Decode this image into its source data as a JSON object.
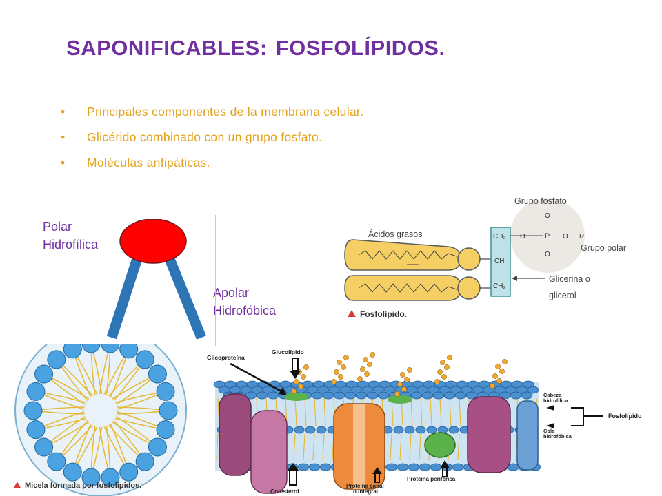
{
  "title": {
    "part1": "SAPONIFICABLES:",
    "part2": "FOSFOLÍPIDOS."
  },
  "bullets": [
    "Principales componentes de la membrana celular.",
    "Glicérido combinado con un grupo fosfato.",
    "Moléculas anfipáticas."
  ],
  "bullet_char": "•",
  "colors": {
    "title": "#7030a0",
    "bullets": "#e3a21a",
    "head": "#ff0000",
    "tails": "#2e75b6"
  },
  "molecule": {
    "polar_label": "Polar",
    "polar_sub": "Hidrofílica",
    "apolar_label": "Apolar",
    "apolar_sub": "Hidrofóbica"
  },
  "phospholipid": {
    "grupo_fosfato": "Grupo fosfato",
    "acidos_grasos": "Ácidos grasos",
    "grupo_polar": "Grupo polar",
    "glicerina_1": "Glicerina o",
    "glicerina_2": "glicerol",
    "caption": "Fosfolípido.",
    "atom_ch2_a": "CH₂",
    "atom_ch": "CH",
    "atom_ch2_b": "CH₂",
    "atom_p": "P",
    "atom_o": "O",
    "atom_r": "R"
  },
  "micelle": {
    "caption": "Micela formada por fosfolípidos."
  },
  "membrane": {
    "glicoproteina": "Glicoproteína",
    "glucolipido": "Glucolípido",
    "cabeza_1": "Cabeza",
    "cabeza_2": "hidrofílica",
    "fosfolipido": "Fosfolípido",
    "cola_1": "Cola",
    "cola_2": "hidrofóbica",
    "colesterol": "Colesterol",
    "canal_1": "Proteína canal",
    "canal_2": "o integral",
    "periferica": "Proteína periférica"
  }
}
